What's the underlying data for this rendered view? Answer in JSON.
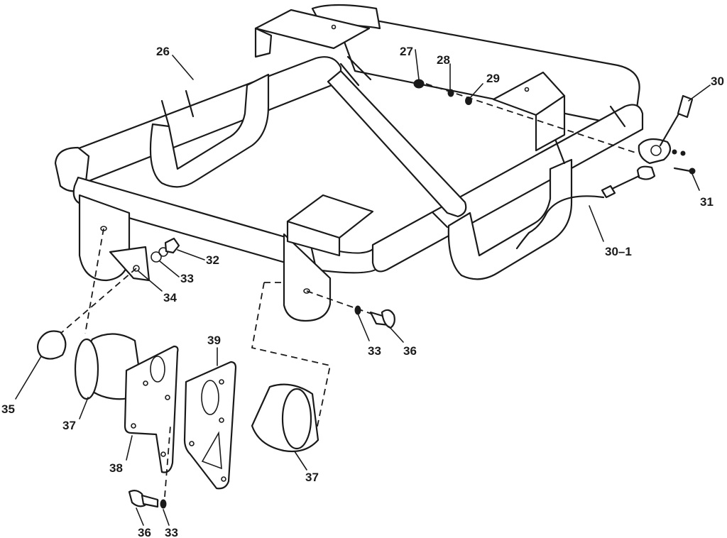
{
  "callouts": [
    {
      "id": "c26",
      "text": "26"
    },
    {
      "id": "c27",
      "text": "27"
    },
    {
      "id": "c28",
      "text": "28"
    },
    {
      "id": "c29",
      "text": "29"
    },
    {
      "id": "c30",
      "text": "30"
    },
    {
      "id": "c31",
      "text": "31"
    },
    {
      "id": "c30-1",
      "text": "30–1"
    },
    {
      "id": "c32",
      "text": "32"
    },
    {
      "id": "c33a",
      "text": "33"
    },
    {
      "id": "c34",
      "text": "34"
    },
    {
      "id": "c35",
      "text": "35"
    },
    {
      "id": "c33b",
      "text": "33"
    },
    {
      "id": "c36a",
      "text": "36"
    },
    {
      "id": "c39",
      "text": "39"
    },
    {
      "id": "c37a",
      "text": "37"
    },
    {
      "id": "c38",
      "text": "38"
    },
    {
      "id": "c37b",
      "text": "37"
    },
    {
      "id": "c36b",
      "text": "36"
    },
    {
      "id": "c33c",
      "text": "33"
    }
  ]
}
